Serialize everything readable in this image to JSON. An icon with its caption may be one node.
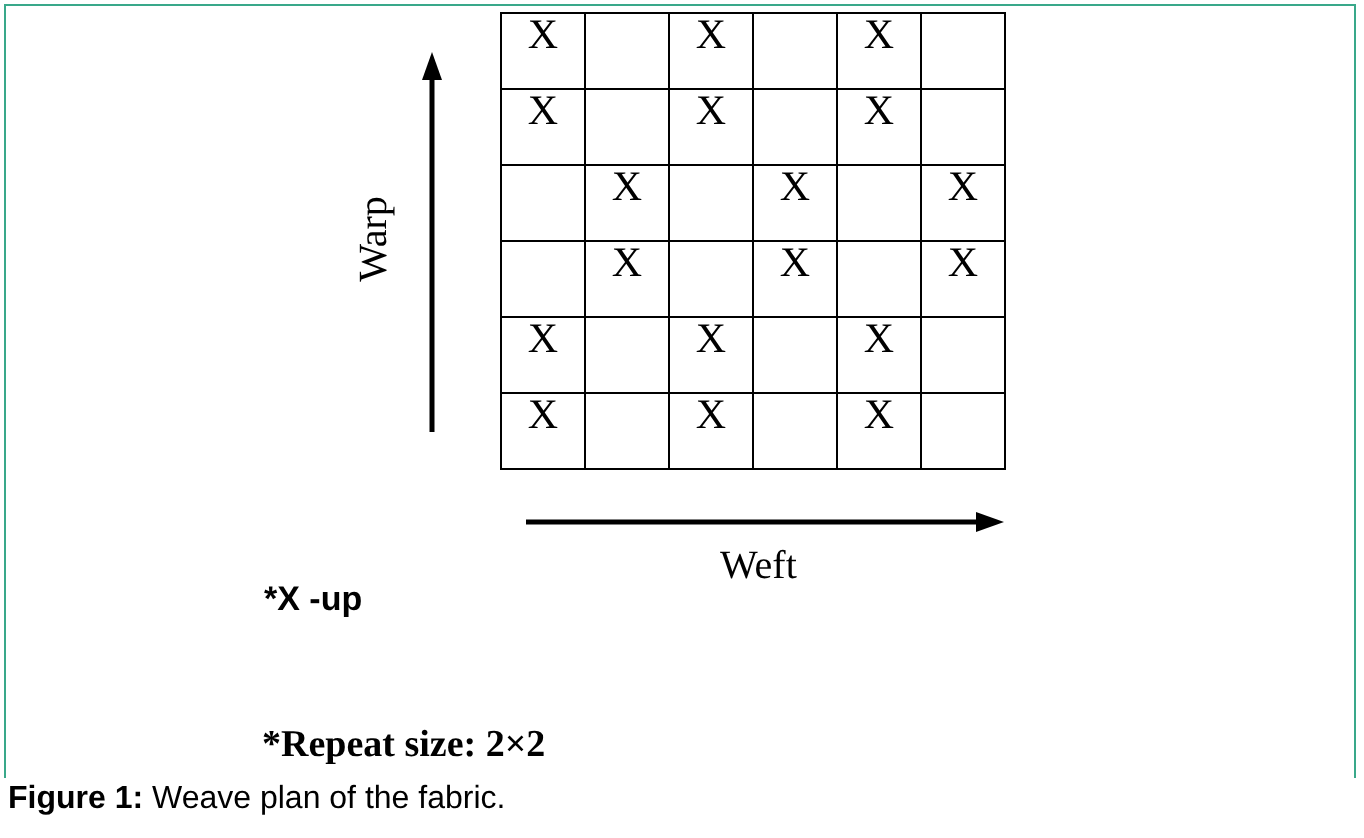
{
  "diagram": {
    "caption": "**Figure 1:** Weave plan of the fabric.",
    "labels": [
      "X",
      "X",
      "X",
      "X",
      "X",
      "X",
      "X",
      "X",
      "X",
      "X",
      "X",
      "X",
      "X",
      "X",
      "X",
      "X",
      "X",
      "X",
      "Warp",
      "Weft",
      "*X -up",
      "*Repeat size: 2×2"
    ]
  }
}
